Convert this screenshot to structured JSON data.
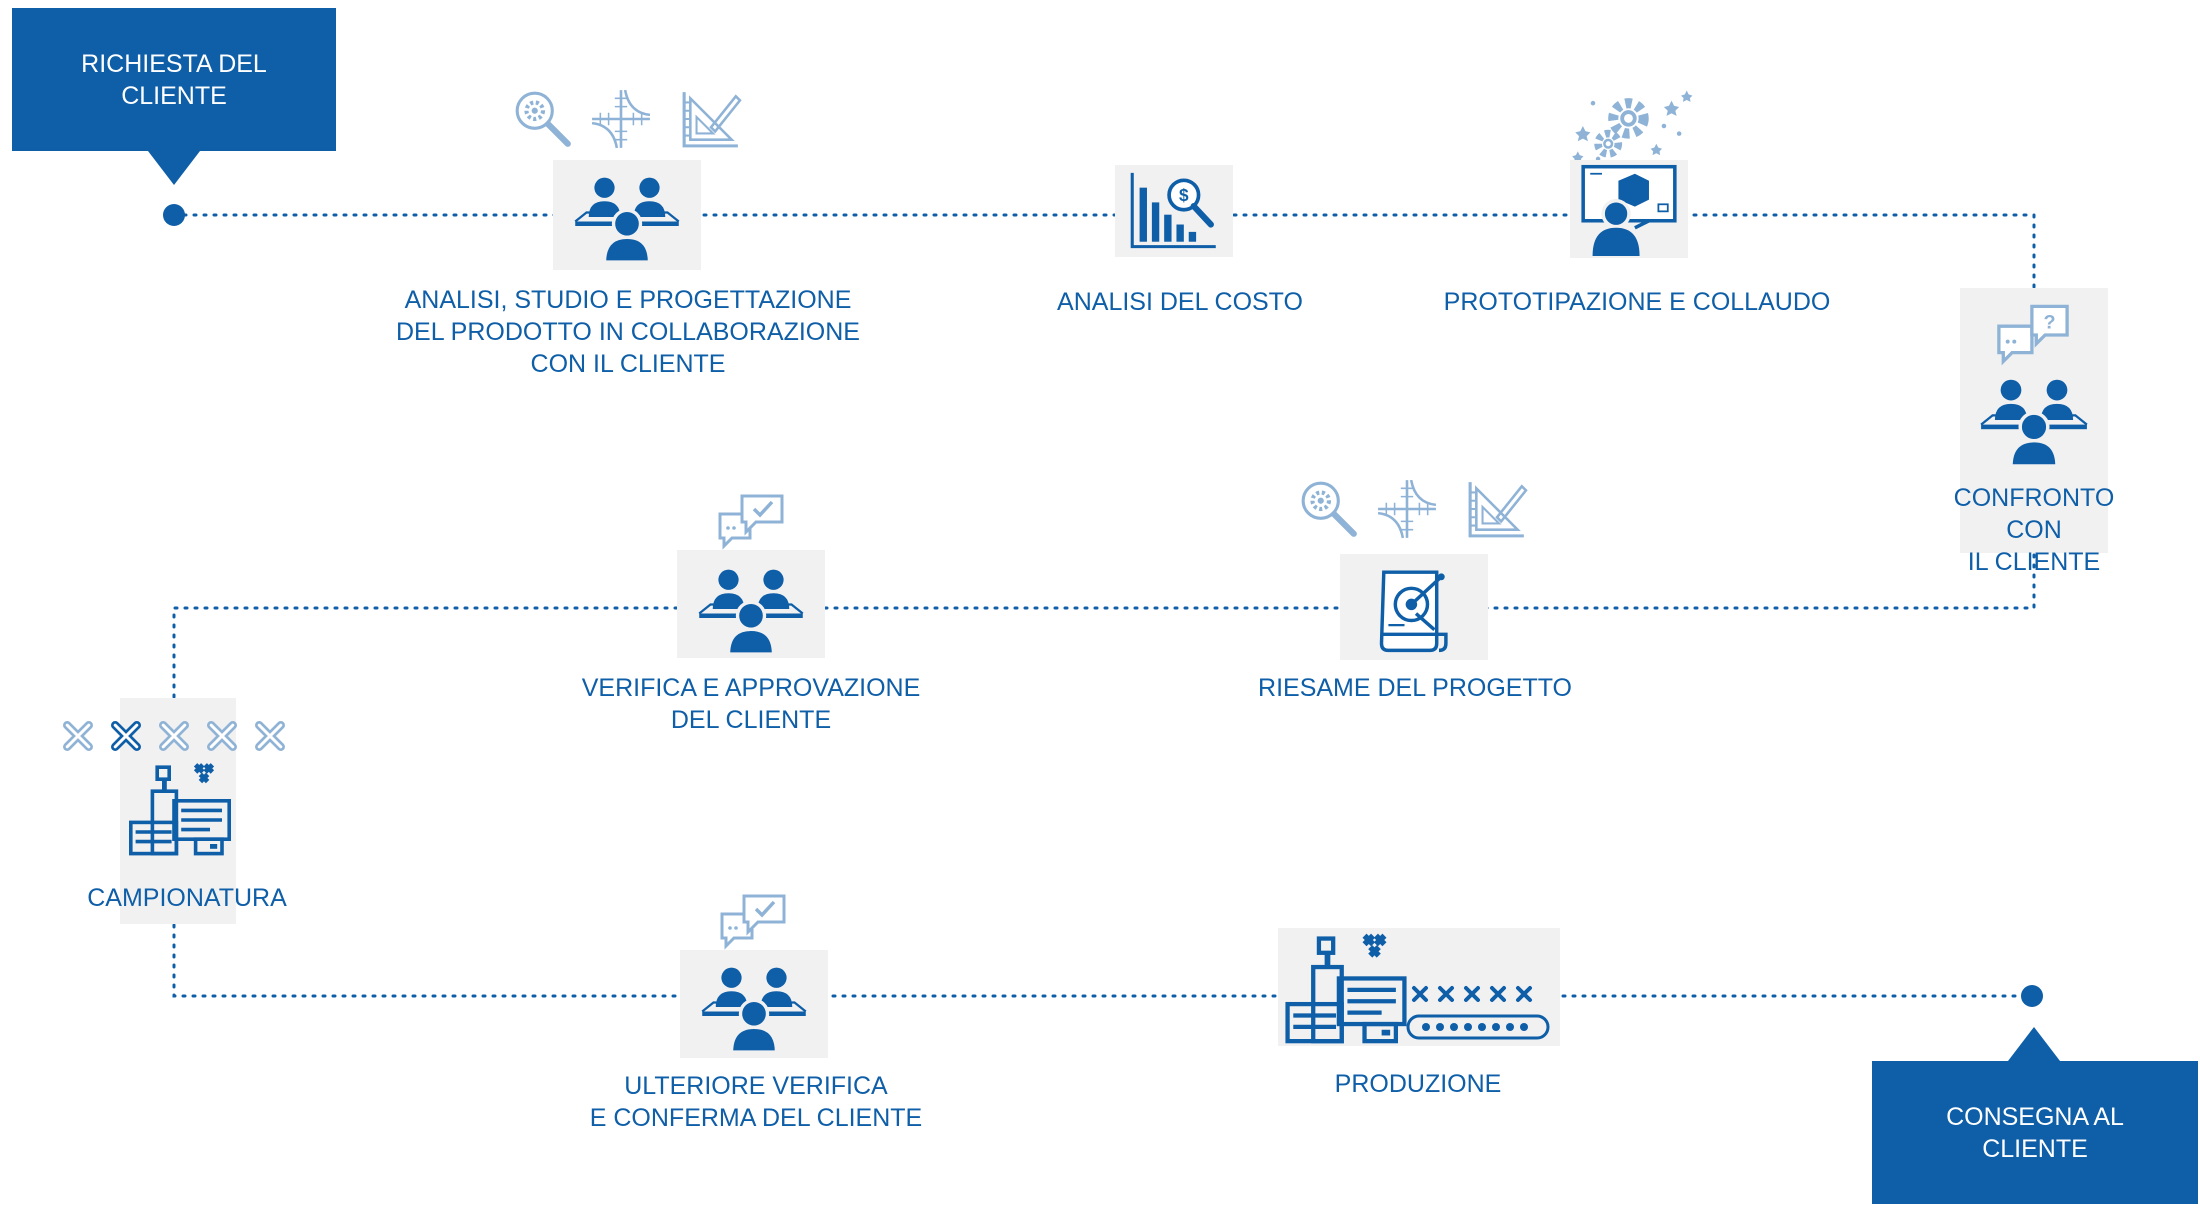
{
  "start": {
    "label": "RICHIESTA DEL\nCLIENTE"
  },
  "end": {
    "label": "CONSEGNA AL\nCLIENTE"
  },
  "steps": {
    "analisi_studio": "ANALISI, STUDIO E PROGETTAZIONE\nDEL PRODOTTO IN COLLABORAZIONE\nCON IL CLIENTE",
    "analisi_costo": "ANALISI DEL COSTO",
    "prototipazione": "PROTOTIPAZIONE E COLLAUDO",
    "confronto": "CONFRONTO CON\nIL CLIENTE",
    "riesame": "RIESAME DEL PROGETTO",
    "verifica": "VERIFICA E APPROVAZIONE\nDEL CLIENTE",
    "campionatura": "CAMPIONATURA",
    "ulteriore": "ULTERIORE VERIFICA\nE CONFERMA DEL CLIENTE",
    "produzione": "PRODUZIONE"
  },
  "colors": {
    "primary": "#0e5ea8",
    "light": "#8fb3d6",
    "tile": "#f1f1f1"
  }
}
